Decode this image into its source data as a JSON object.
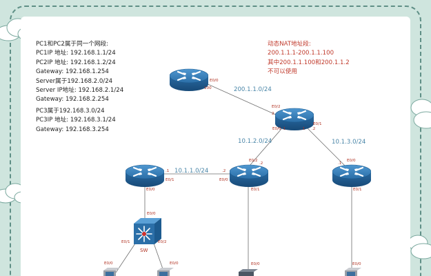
{
  "notes_left": [
    "PC1和PC2属于同一个网段:",
    "PC1IP 地址: 192.168.1.1/24",
    "PC2IP 地址: 192.168.1.2/24",
    "Gateway: 192.168.1.254",
    "Server属于192.168.2.0/24",
    "Server IP地址: 192.168.2.1/24",
    "Gateway: 192.168.2.254",
    "PC3属于192.168.3.0/24",
    "PC3IP 地址: 192.168.3.1/24",
    "Gateway: 192.168.3.254"
  ],
  "notes_right": [
    "动态NAT地址段:",
    "200.1.1.1-200.1.1.100",
    "其中200.1.1.100和200.1.1.2",
    "不可以使用"
  ],
  "networks": {
    "isp": "200.1.1.0/24",
    "left_link": "10.1.1.0/24",
    "mid_link": "10.1.2.0/24",
    "right_link": "10.1.3.0/24"
  },
  "switch_label": "SW",
  "ports": {
    "isp_e00": "E0/0",
    "isp_100": "100",
    "core_e02": "E0/2",
    "core_2": "2",
    "core_e00": "E0/0",
    "core_e01": "E0/1",
    "core_1a": ".1",
    "core_1b": ".1",
    "core_2b": ".2",
    "r2_1": ".1",
    "r2_e01": "E0/1",
    "r2_e00": "E0/0",
    "r3_2": ".2",
    "r3_e00": "E0/0",
    "r3_e02": "E0/2",
    "r3_2b": ".2",
    "r3_e01": "E0/1",
    "r4_1": ".1",
    "r4_e00": "E0/0",
    "r4_e01": "E0/1",
    "sw_e00": "E0/0",
    "sw_e01": "E0/1",
    "sw_e02": "E0/2",
    "pc1_e00": "E0/0",
    "pc2_e00": "E0/0",
    "srv_e00": "E0/0",
    "pc3_e00": "E0/0"
  },
  "colors": {
    "router": "#2b6fa8",
    "switch": "#2b6fa8",
    "port_label": "#b03020",
    "network_label": "#4a86a8"
  }
}
